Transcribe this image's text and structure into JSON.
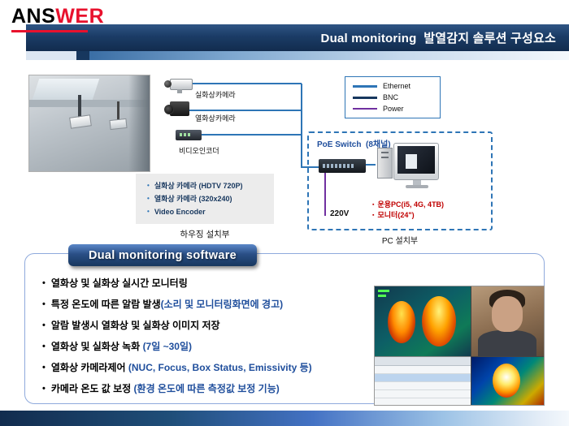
{
  "header": {
    "logo_black": "ANS",
    "logo_red": "WER",
    "logo_red_color": "#E8112D",
    "bar_color": "#17375E",
    "title": "Dual monitoring  발열감지 솔루션 구성요소"
  },
  "icons": {
    "bullet": "•",
    "square": "▪"
  },
  "legend": {
    "items": [
      {
        "label": "Ethernet",
        "color": "#2E75B6"
      },
      {
        "label": "BNC",
        "color": "#17375E"
      },
      {
        "label": "Power",
        "color": "#7030A0"
      }
    ]
  },
  "diagram": {
    "visual_camera_label": "실화상카메라",
    "thermal_camera_label": "열화상카메라",
    "encoder_label": "비디오인코더",
    "housing": {
      "items": [
        "실화상 카메라 (HDTV 720P)",
        "열화상 카메라 (320x240)",
        "Video Encoder"
      ],
      "caption": "하우징 설치부"
    },
    "pc_area": {
      "switch_label": "PoE Switch  (8채널)",
      "power_label": "220V",
      "specs": [
        "운용PC(i5, 4G, 4TB)",
        "모니터(24\")"
      ],
      "spec_color": "#C00000",
      "caption": "PC 설치부"
    }
  },
  "software": {
    "header": "Dual monitoring software",
    "accent_color": "#1F4E9C",
    "bullets": [
      {
        "main": "열화상 및 실화상 실시간 모니터링",
        "accent": ""
      },
      {
        "main": "특정 온도에 따른 알람 발생",
        "accent": "(소리 및 모니터링화면에 경고)"
      },
      {
        "main": "알람 발생시 열화상 및 실화상 이미지 저장",
        "accent": ""
      },
      {
        "main": "열화상 및 실화상 녹화 ",
        "accent": "(7일 ~30일)"
      },
      {
        "main": "열화상 카메라제어 ",
        "accent": "(NUC, Focus, Box Status, Emissivity 등)"
      },
      {
        "main": "카메라 온도 값 보정 ",
        "accent": "(환경 온도에 따른 측정값 보정 기능)"
      }
    ]
  }
}
